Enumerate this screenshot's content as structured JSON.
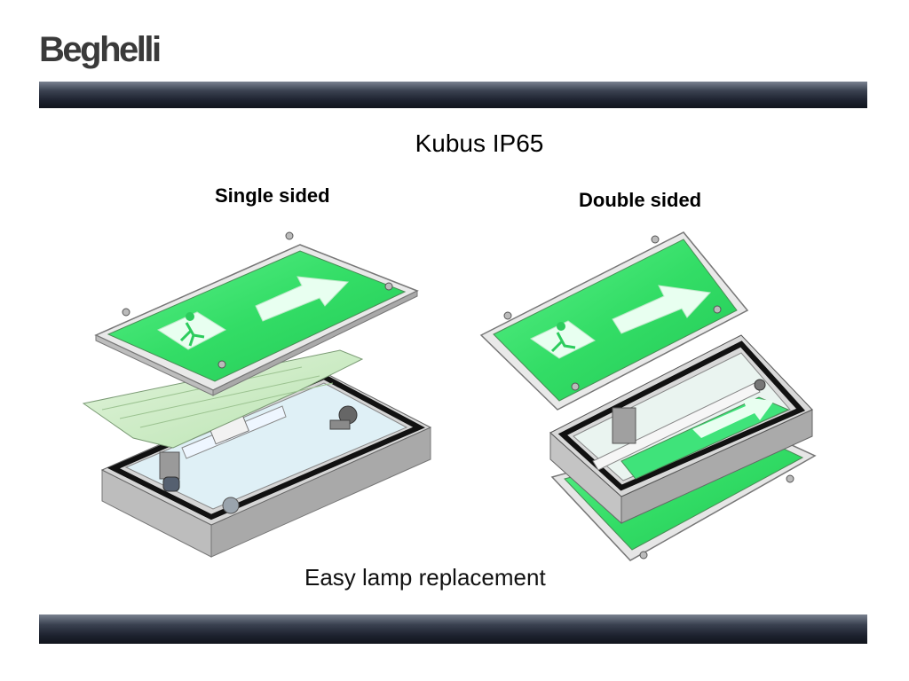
{
  "brand": {
    "logo_text": "Beghelli"
  },
  "slide": {
    "title": "Kubus IP65",
    "left_label": "Single sided",
    "right_label": "Double sided",
    "caption": "Easy lamp replacement"
  },
  "colors": {
    "bar_dark": "#1e2330",
    "sign_green": "#35e36a",
    "housing_grey": "#c8c8c8"
  }
}
